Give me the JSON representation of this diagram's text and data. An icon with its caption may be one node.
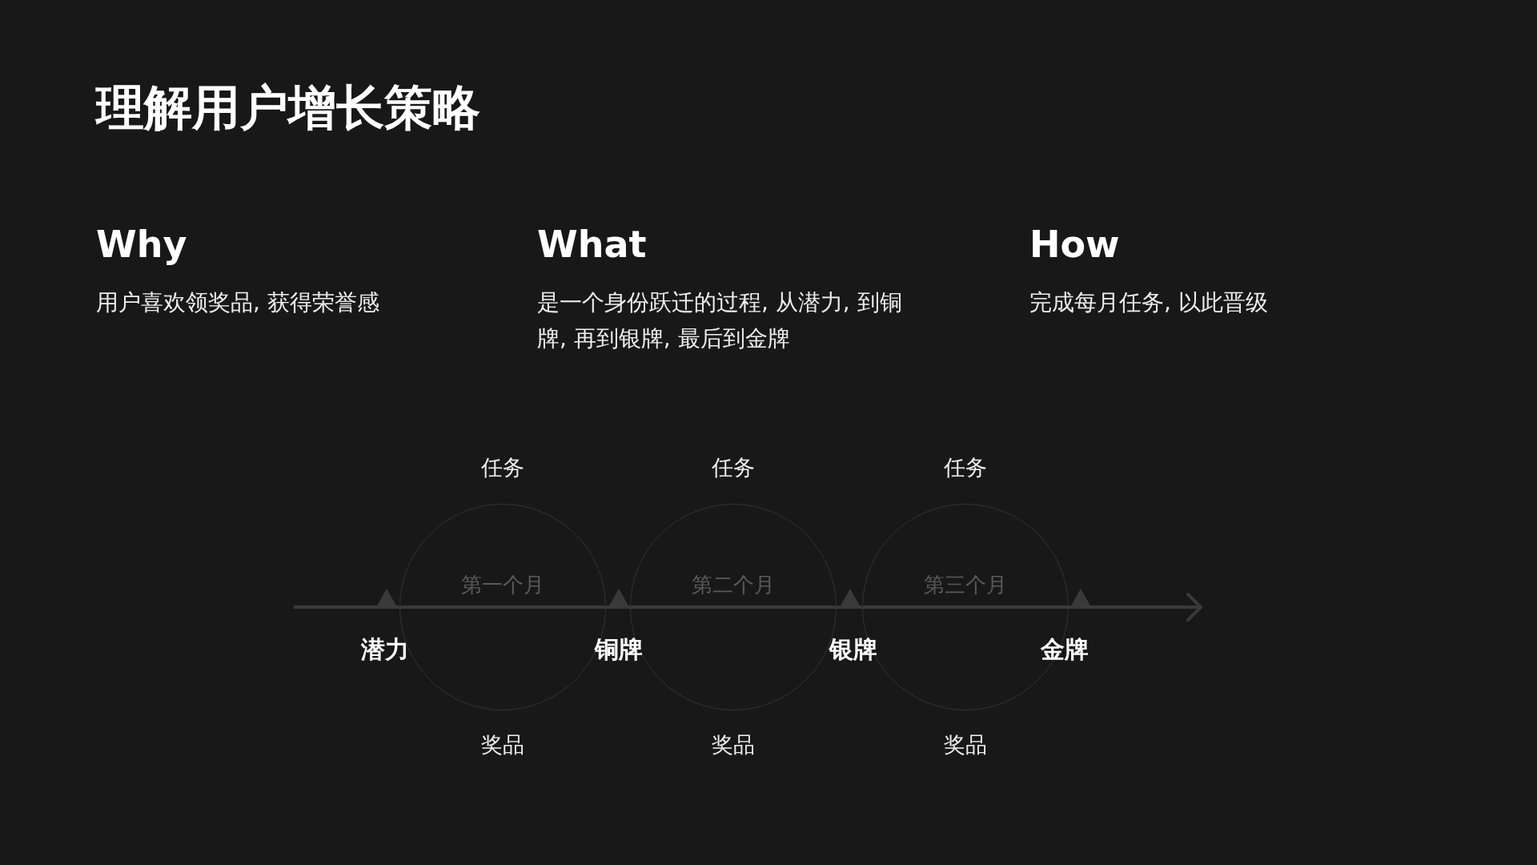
{
  "diagram": {
    "title": "理解用户增长策略",
    "nodes": [
      {
        "text": [
          "第一个月"
        ],
        "beside": [
          "任务",
          "奖品"
        ]
      },
      {
        "text": [
          "第二个月"
        ],
        "beside": [
          "任务",
          "奖品"
        ]
      },
      {
        "text": [
          "第三个月"
        ],
        "beside": [
          "任务",
          "奖品"
        ]
      }
    ],
    "labels": [
      "Why",
      "用户喜欢领奖品, 获得荣誉感",
      "What",
      "是一个身份跃迁的过程, 从潜力, 到铜牌, 再到银牌, 最后到金牌",
      "How",
      "完成每月任务, 以此晋级",
      "潜力",
      "铜牌",
      "银牌",
      "金牌"
    ]
  }
}
